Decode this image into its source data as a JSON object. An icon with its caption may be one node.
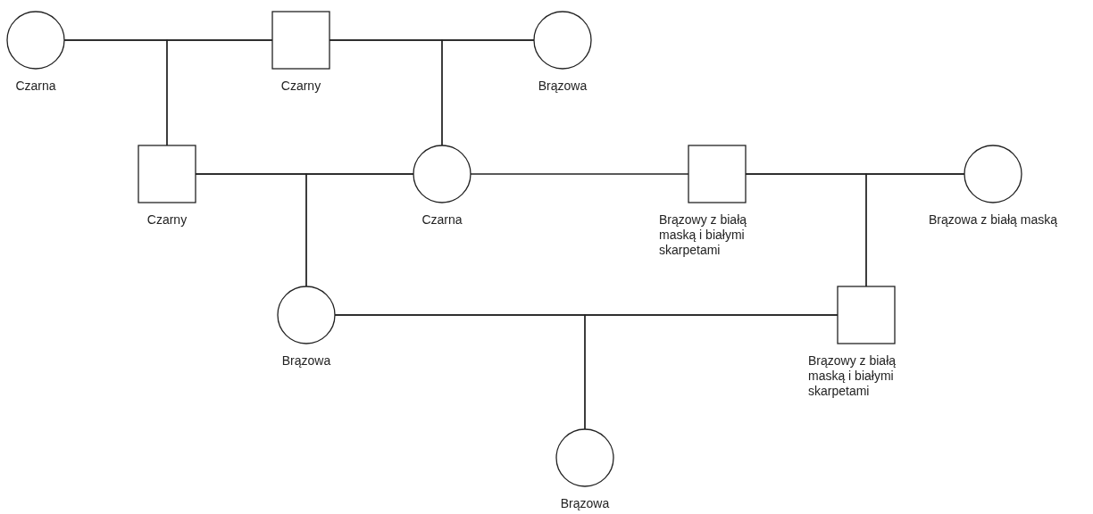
{
  "diagram": {
    "nodes": [
      {
        "text": [
          "Czarna"
        ]
      },
      {
        "text": [
          "Czarny"
        ]
      },
      {
        "text": [
          "Brązowa"
        ]
      },
      {
        "text": [
          "Czarny"
        ]
      },
      {
        "text": [
          "Czarna"
        ]
      },
      {
        "text": [
          "Brązowy z białą maską i białymi skarpetami"
        ]
      },
      {
        "text": [
          "Brązowa z białą maską"
        ]
      },
      {
        "text": [
          "Brązowa"
        ]
      },
      {
        "text": [
          "Brązowy z białą maską i białymi skarpetami"
        ]
      },
      {
        "text": [
          "Brązowa"
        ]
      }
    ],
    "edges": [
      {
        "from": 0,
        "to": 1,
        "arrow": "none"
      },
      {
        "from": 0,
        "to": 3,
        "arrow": "none"
      },
      {
        "from": 1,
        "to": 3,
        "arrow": "none"
      },
      {
        "from": 1,
        "to": 2,
        "arrow": "none"
      },
      {
        "from": 1,
        "to": 4,
        "arrow": "none"
      },
      {
        "from": 2,
        "to": 4,
        "arrow": "none"
      },
      {
        "from": 3,
        "to": 4,
        "arrow": "none"
      },
      {
        "from": 3,
        "to": 7,
        "arrow": "none"
      },
      {
        "from": 4,
        "to": 7,
        "arrow": "none"
      },
      {
        "from": 4,
        "to": 5,
        "arrow": "none"
      },
      {
        "from": 5,
        "to": 6,
        "arrow": "none"
      },
      {
        "from": 5,
        "to": 8,
        "arrow": "none"
      },
      {
        "from": 6,
        "to": 8,
        "arrow": "none"
      },
      {
        "from": 7,
        "to": 8,
        "arrow": "none"
      },
      {
        "from": 7,
        "to": 9,
        "arrow": "none"
      },
      {
        "from": 8,
        "to": 9,
        "arrow": "none"
      }
    ]
  }
}
